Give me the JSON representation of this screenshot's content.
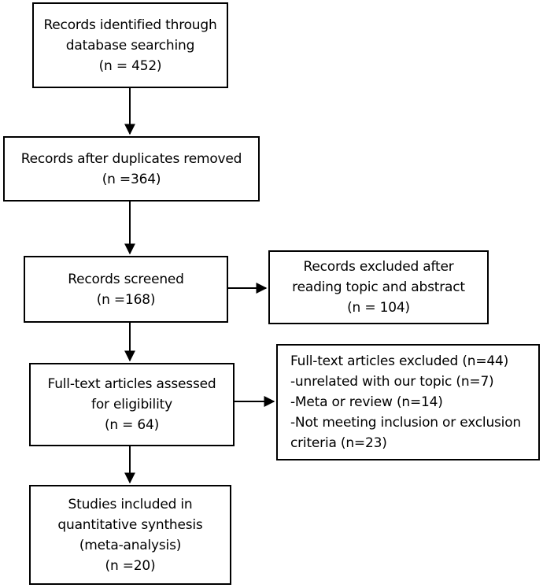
{
  "boxes": {
    "identified": {
      "lines": [
        "Records identified through",
        "database searching",
        "(n =  452)"
      ]
    },
    "duplicates_removed": {
      "lines": [
        "Records after duplicates removed",
        "(n =364)"
      ]
    },
    "screened": {
      "lines": [
        "Records screened",
        "(n =168)"
      ]
    },
    "excluded_abstract": {
      "lines": [
        "Records excluded after",
        "reading topic and abstract",
        "(n = 104)"
      ]
    },
    "full_text_assessed": {
      "lines": [
        "Full-text articles assessed",
        "for eligibility",
        "(n = 64)"
      ]
    },
    "full_text_excluded": {
      "lines": [
        "Full-text articles excluded (n=44)",
        "-unrelated with our topic (n=7)",
        "-Meta or review (n=14)",
        "-Not meeting inclusion or exclusion",
        "criteria (n=23)"
      ]
    },
    "included": {
      "lines": [
        "Studies included in",
        "quantitative synthesis",
        "(meta-analysis)",
        "(n =20)"
      ]
    }
  },
  "colors": {
    "stroke": "#000000",
    "background": "#ffffff"
  }
}
